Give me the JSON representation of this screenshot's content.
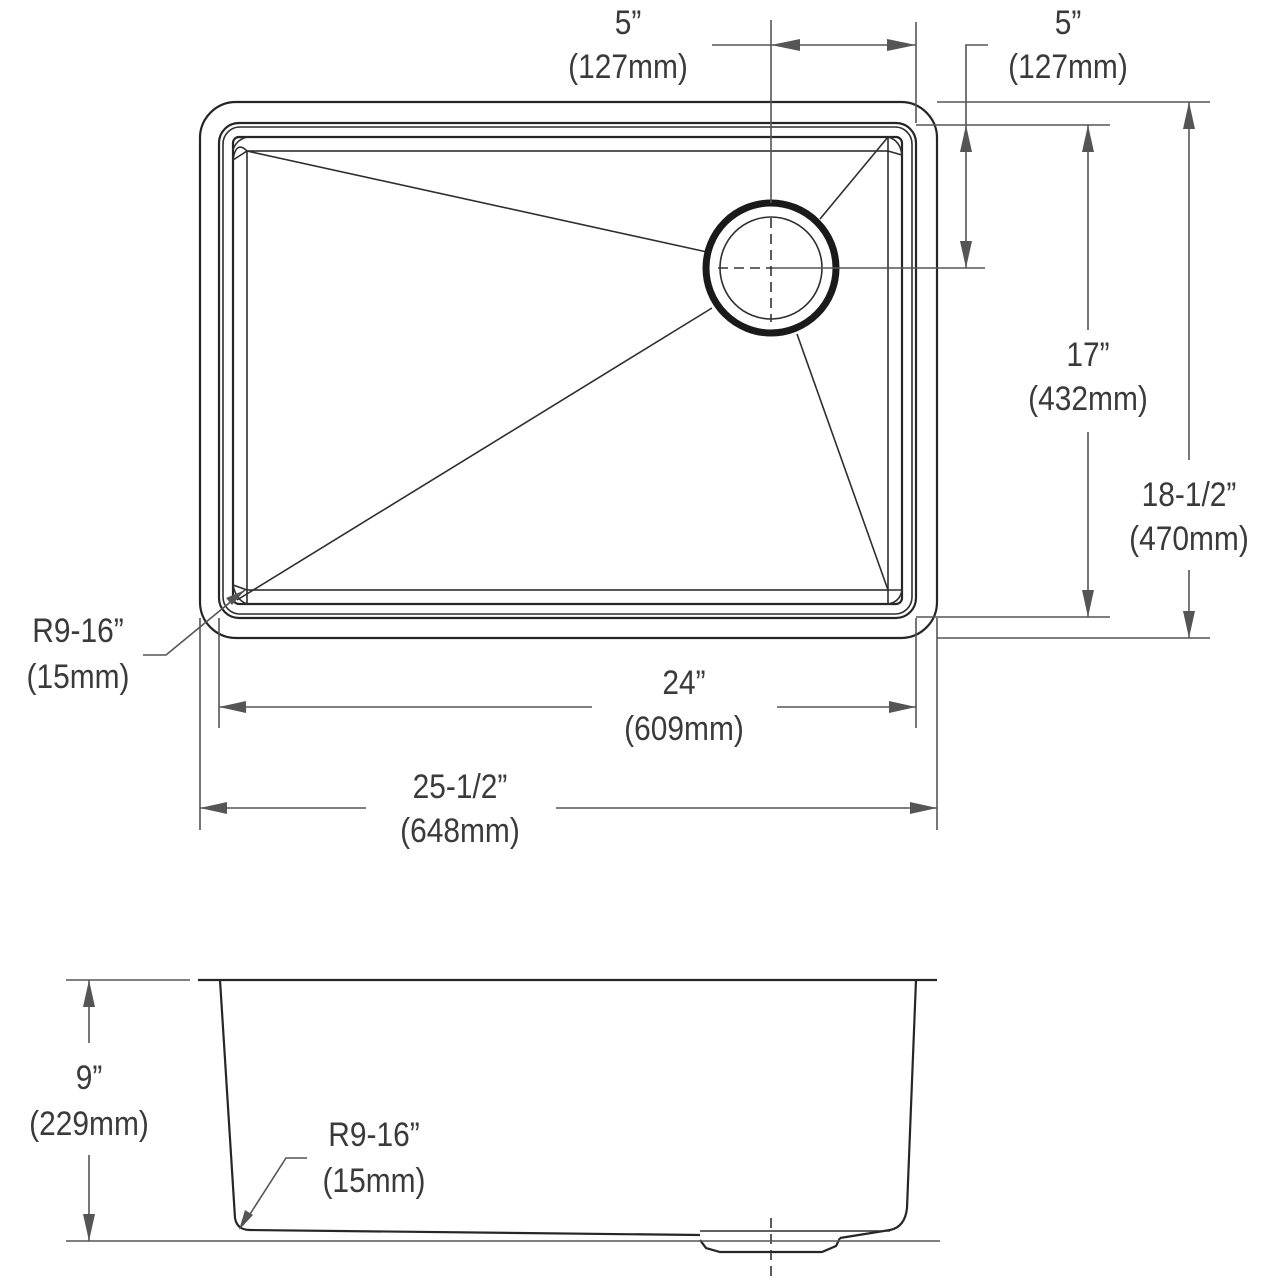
{
  "diagram": {
    "title": "Undermount single-bowl sink dimension drawing",
    "views": [
      "top-view",
      "side-section-view"
    ],
    "colors": {
      "line": "#262626",
      "dimension": "#555555",
      "text": "#3a3a3a",
      "background": "#ffffff"
    }
  },
  "top_view": {
    "drain_offset_from_right": {
      "imperial": "5”",
      "metric": "(127mm)"
    },
    "drain_offset_from_back": {
      "imperial": "5”",
      "metric": "(127mm)"
    },
    "bowl_depth_front_to_back": {
      "imperial": "17”",
      "metric": "(432mm)"
    },
    "overall_depth": {
      "imperial": "18-1/2”",
      "metric": "(470mm)"
    },
    "corner_radius": {
      "imperial": "R9-16”",
      "metric": "(15mm)"
    },
    "bowl_width": {
      "imperial": "24”",
      "metric": "(609mm)"
    },
    "overall_width": {
      "imperial": "25-1/2”",
      "metric": "(648mm)"
    }
  },
  "side_view": {
    "bowl_height": {
      "imperial": "9”",
      "metric": "(229mm)"
    },
    "corner_radius": {
      "imperial": "R9-16”",
      "metric": "(15mm)"
    }
  }
}
